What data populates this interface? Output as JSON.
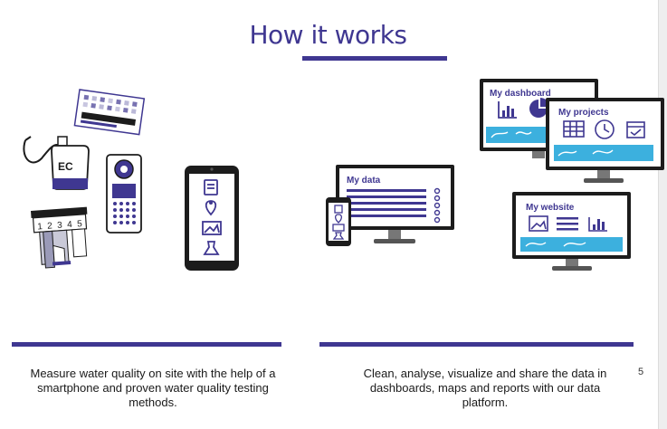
{
  "slide": {
    "title": "How it works",
    "page_number": "5",
    "accent_color": "#3f3791",
    "left": {
      "caption": "Measure water quality on site with the help of a smartphone and proven water quality testing methods.",
      "ec_label": "EC",
      "strip_numbers": [
        "1",
        "2",
        "3",
        "4",
        "5"
      ]
    },
    "right": {
      "caption": "Clean, analyse, visualize and share the data in dashboards, maps and reports with our data platform.",
      "my_data_label": "My data",
      "my_dashboard_label": "My dashboard",
      "my_projects_label": "My projects",
      "my_website_label": "My website"
    }
  }
}
